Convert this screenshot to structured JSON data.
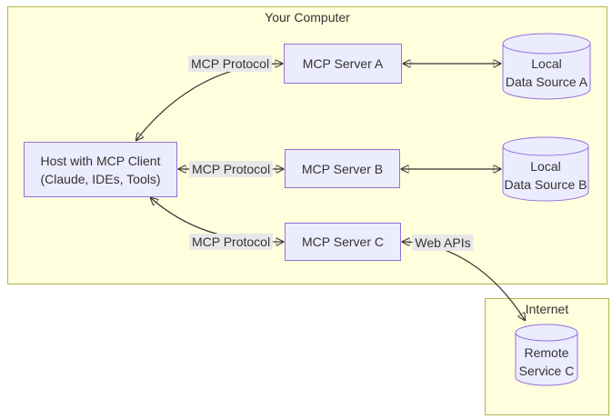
{
  "clusters": {
    "computer": {
      "label": "Your Computer"
    },
    "internet": {
      "label": "Internet"
    }
  },
  "nodes": {
    "host": {
      "line1": "Host with MCP Client",
      "line2": "(Claude, IDEs, Tools)"
    },
    "server_a": {
      "label": "MCP Server A"
    },
    "server_b": {
      "label": "MCP Server B"
    },
    "server_c": {
      "label": "MCP Server C"
    },
    "data_a": {
      "line1": "Local",
      "line2": "Data Source A"
    },
    "data_b": {
      "line1": "Local",
      "line2": "Data Source B"
    },
    "remote_c": {
      "line1": "Remote",
      "line2": "Service C"
    }
  },
  "edge_labels": {
    "protocol_a": "MCP Protocol",
    "protocol_b": "MCP Protocol",
    "protocol_c": "MCP Protocol",
    "web_apis": "Web APIs"
  },
  "colors": {
    "cluster_fill": "#ffffde",
    "cluster_border": "#b3b34d",
    "node_fill": "#ececff",
    "node_border": "#9370db",
    "edge_label_bg": "#e8e8e8",
    "edge_color": "#333333",
    "text": "#333333"
  }
}
